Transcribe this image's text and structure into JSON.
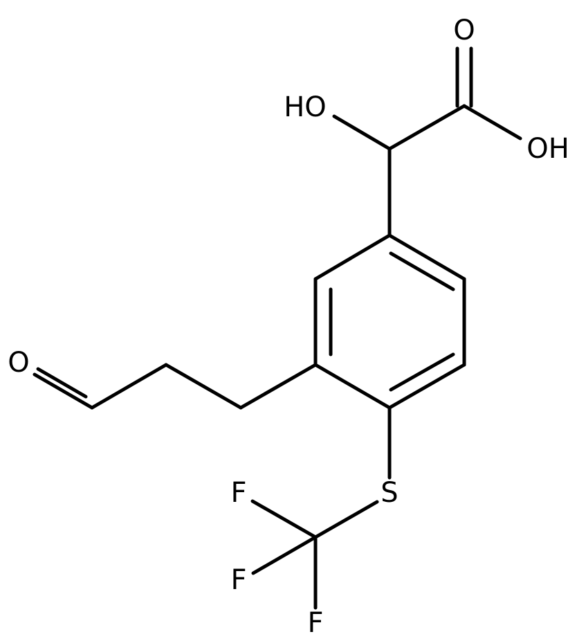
{
  "molecule": {
    "atoms": {
      "o_carbonyl_acid": "O",
      "oh_alpha": "HO",
      "oh_acid": "OH",
      "o_aldehyde": "O",
      "s_thioether": "S",
      "f_top": "F",
      "f_left": "F",
      "f_bottom": "F"
    }
  },
  "colors": {
    "bond": "#000000",
    "text": "#000000",
    "background": "#ffffff"
  }
}
